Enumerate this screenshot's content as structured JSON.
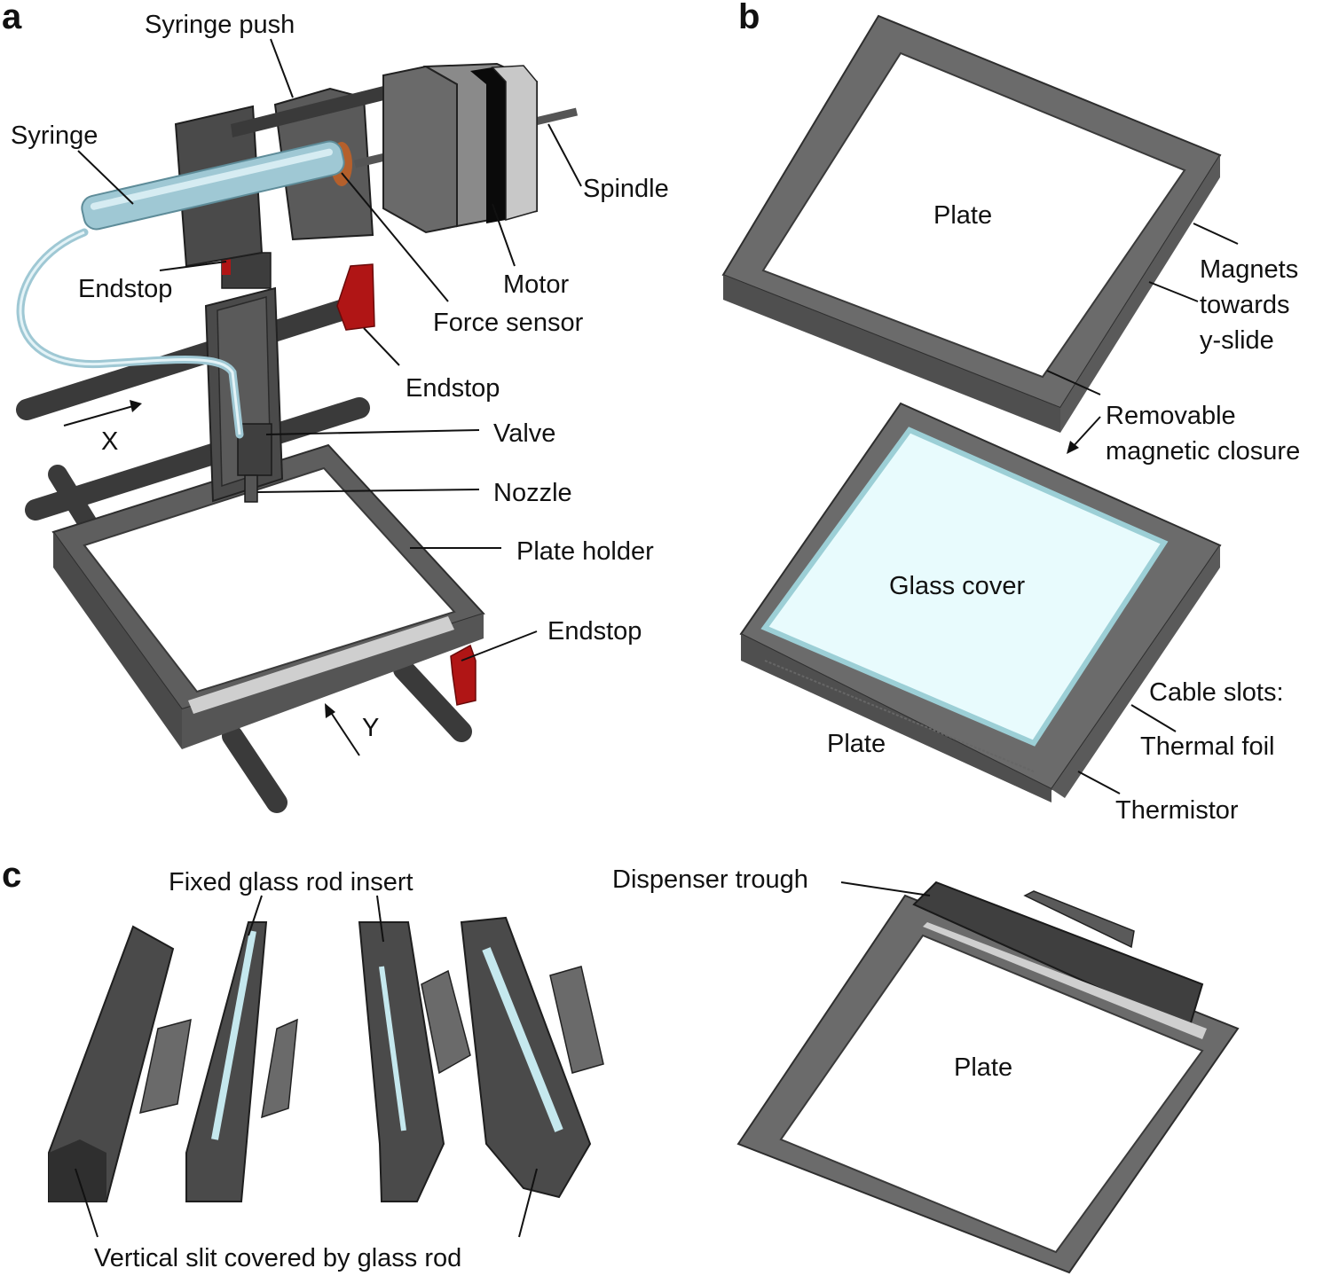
{
  "panels": {
    "a": "a",
    "b": "b",
    "c": "c"
  },
  "labels": {
    "syringe_push": "Syringe push",
    "syringe": "Syringe",
    "spindle": "Spindle",
    "endstop_top": "Endstop",
    "motor": "Motor",
    "force_sensor": "Force sensor",
    "endstop_mid": "Endstop",
    "x_axis": "X",
    "valve": "Valve",
    "nozzle": "Nozzle",
    "plate_holder": "Plate holder",
    "endstop_bottom": "Endstop",
    "y_axis": "Y",
    "b_plate_top": "Plate",
    "magnets_1": "Magnets",
    "magnets_2": "towards",
    "magnets_3": "y-slide",
    "removable_1": "Removable",
    "removable_2": "magnetic closure",
    "glass_cover": "Glass cover",
    "b_plate_bottom": "Plate",
    "cable_slots": "Cable slots:",
    "thermal_foil": "Thermal foil",
    "thermistor": "Thermistor",
    "fixed_glass_rod": "Fixed glass rod insert",
    "vertical_slit": "Vertical slit covered by glass rod",
    "dispenser_trough": "Dispenser trough",
    "c_plate": "Plate"
  },
  "colors": {
    "frame": "#6b6b6b",
    "frame_dark": "#3f3f3f",
    "frame_light": "#9a9a9a",
    "glass": "#e8fbfd",
    "syringe": "#9fc8d4",
    "endstop": "#b01515",
    "sensor": "#b5602c"
  }
}
